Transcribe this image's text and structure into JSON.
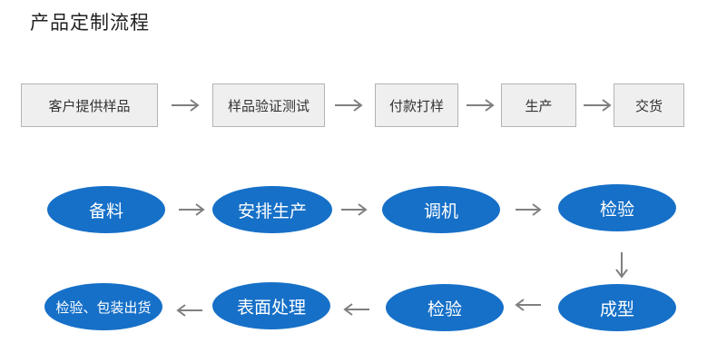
{
  "title": "产品定制流程",
  "top_row": [
    "客户提供样品",
    "样品验证测试",
    "付款打样",
    "生产",
    "交货"
  ],
  "middle_row": [
    "备料",
    "安排生产",
    "调机",
    "检验"
  ],
  "bottom_row": [
    "检验、包装出货",
    "表面处理",
    "检验",
    "成型"
  ],
  "colors": {
    "ellipse": "#1670c8",
    "box_bg": "#efefef",
    "box_border": "#b3b3b3",
    "arrow": "#7f7f7f"
  }
}
